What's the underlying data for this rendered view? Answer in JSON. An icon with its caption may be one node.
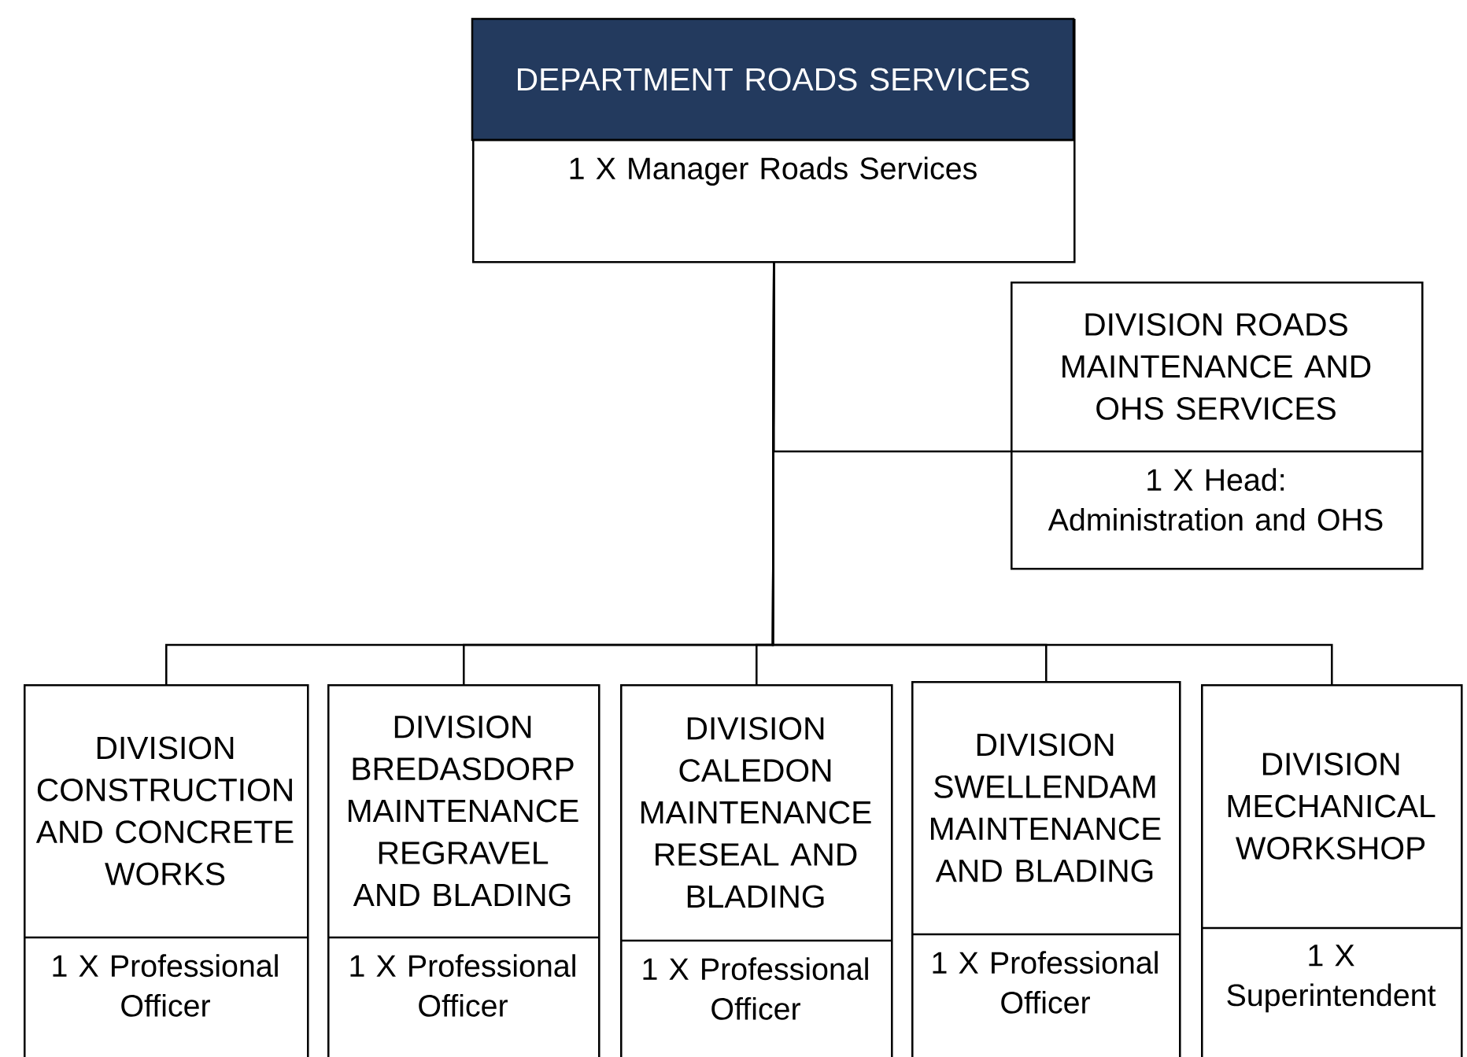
{
  "diagram": {
    "nodes": [
      {
        "text": [
          "DEPARTMENT ROADS SERVICES",
          "1 X Manager Roads Services"
        ]
      },
      {
        "text": [
          "DIVISION ROADS MAINTENANCE AND OHS SERVICES",
          "1 X Head: Administration and OHS"
        ]
      },
      {
        "text": [
          "DIVISION CONSTRUCTION AND CONCRETE WORKS",
          "1 X Professional Officer"
        ]
      },
      {
        "text": [
          "DIVISION BREDASDORP MAINTENANCE REGRAVEL AND BLADING",
          "1 X Professional Officer"
        ]
      },
      {
        "text": [
          "DIVISION CALEDON MAINTENANCE RESEAL AND BLADING",
          "1 X Professional Officer"
        ]
      },
      {
        "text": [
          "DIVISION SWELLENDAM MAINTENANCE AND BLADING",
          "1 X Professional Officer"
        ]
      },
      {
        "text": [
          "DIVISION MECHANICAL WORKSHOP",
          "1 X Superintendent"
        ]
      }
    ],
    "edges": [
      {
        "from": 0,
        "to": 1,
        "arrow": "none"
      },
      {
        "from": 0,
        "to": 2,
        "arrow": "none"
      },
      {
        "from": 0,
        "to": 3,
        "arrow": "none"
      },
      {
        "from": 0,
        "to": 4,
        "arrow": "none"
      },
      {
        "from": 0,
        "to": 5,
        "arrow": "none"
      },
      {
        "from": 0,
        "to": 6,
        "arrow": "none"
      }
    ]
  }
}
